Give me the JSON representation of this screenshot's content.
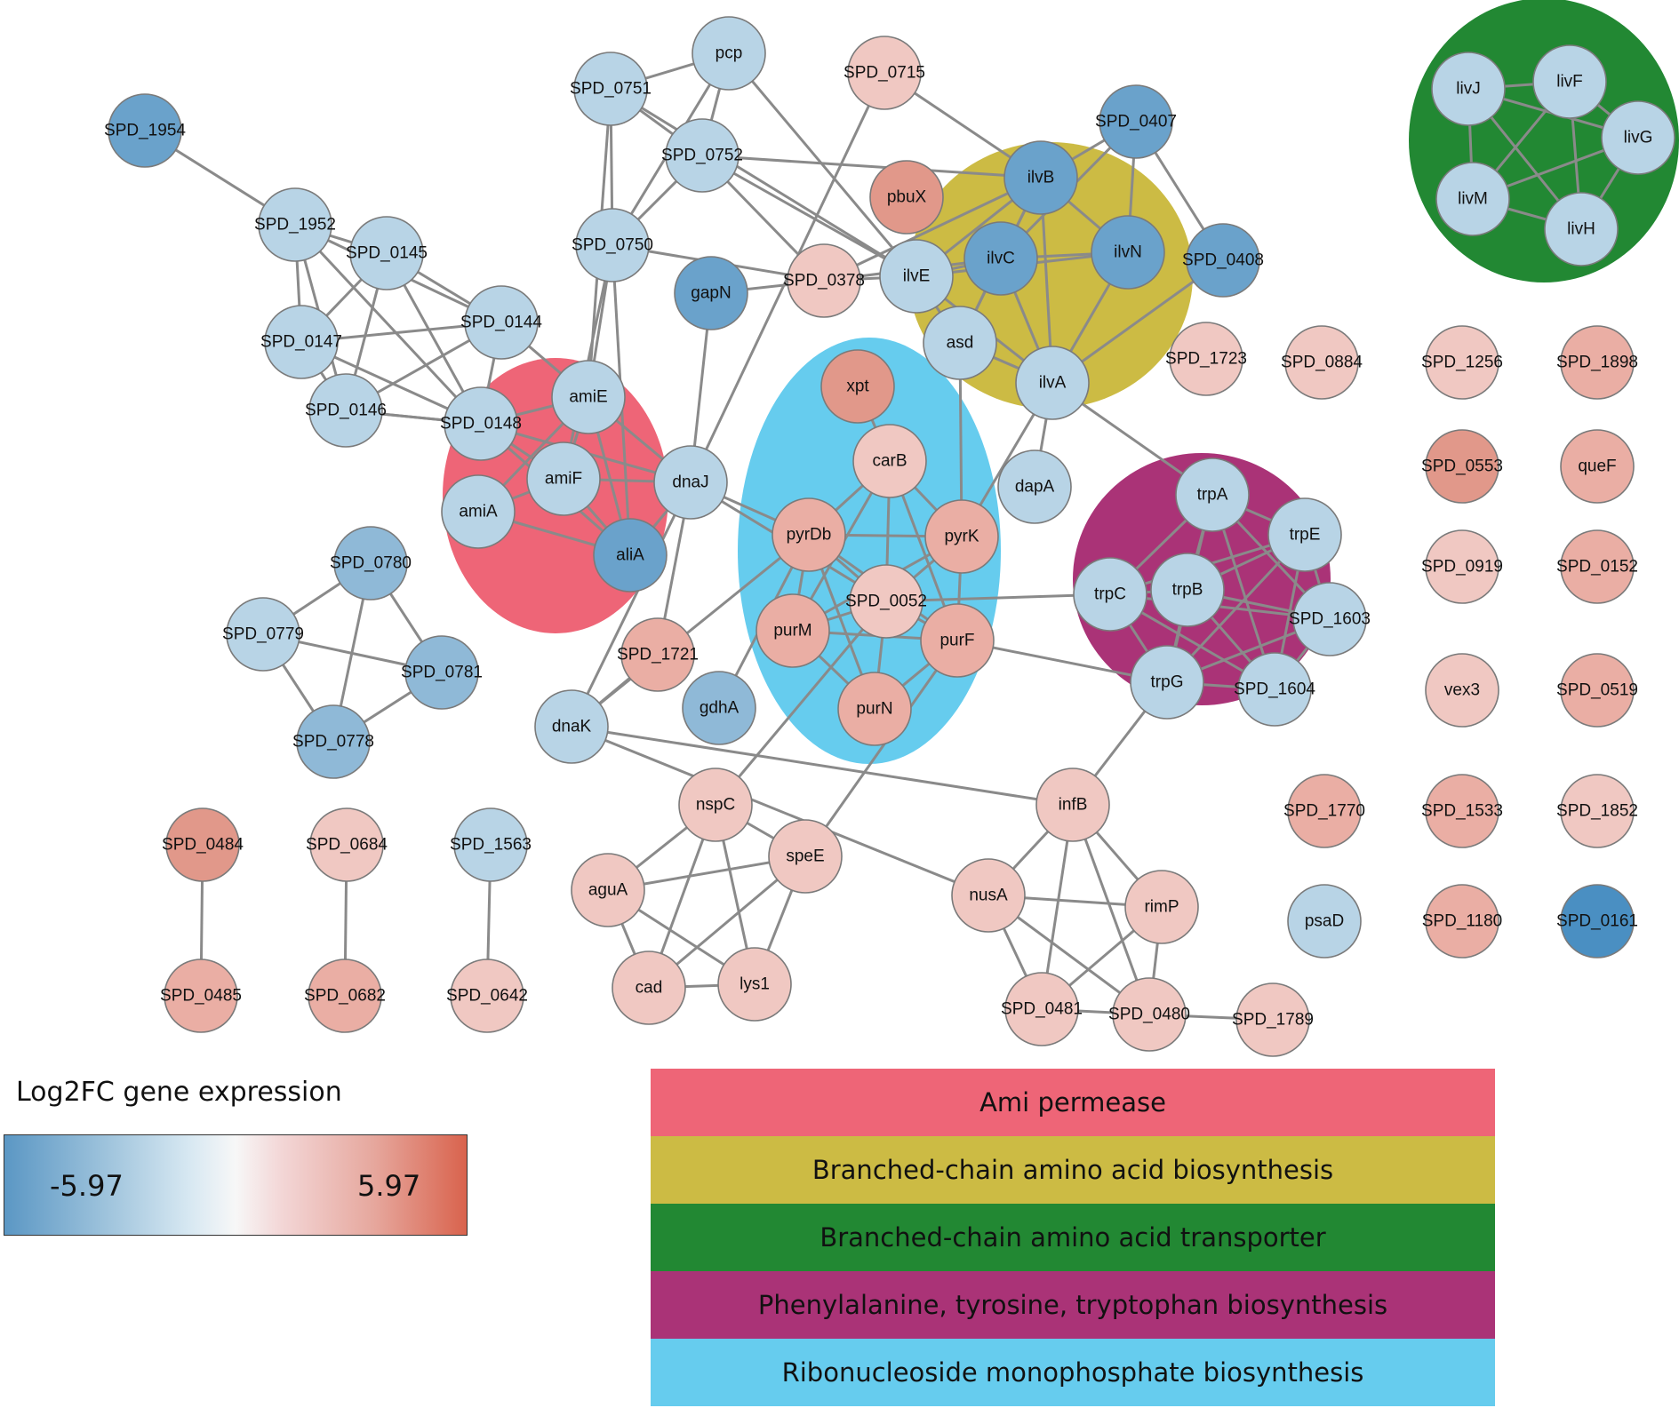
{
  "colors": {
    "ami_permease": "#ee6577",
    "bcaa_biosynthesis": "#ccbb44",
    "bcaa_transporter": "#228833",
    "phe_tyr_trp": "#aa3377",
    "ribonucleoside": "#66ccee",
    "edge": "#8a8a8a"
  },
  "legend": {
    "title": "Log2FC gene expression",
    "min_label": "-5.97",
    "max_label": "5.97",
    "min_value": -5.97,
    "max_value": 5.97
  },
  "categories": [
    {
      "label": "Ami permease",
      "color": "#ee6577"
    },
    {
      "label": "Branched-chain amino acid biosynthesis",
      "color": "#ccbb44"
    },
    {
      "label": "Branched-chain amino acid transporter",
      "color": "#228833"
    },
    {
      "label": "Phenylalanine, tyrosine, tryptophan biosynthesis",
      "color": "#aa3377"
    },
    {
      "label": "Ribonucleoside monophosphate biosynthesis",
      "color": "#66ccee"
    }
  ],
  "nodes": [
    {
      "id": "SPD_1954",
      "color": "#6aa2cb"
    },
    {
      "id": "SPD_1952",
      "color": "#b8d4e6"
    },
    {
      "id": "SPD_0145",
      "color": "#b8d4e6"
    },
    {
      "id": "SPD_0144",
      "color": "#b8d4e6"
    },
    {
      "id": "SPD_0147",
      "color": "#b8d4e6"
    },
    {
      "id": "SPD_0146",
      "color": "#b8d4e6"
    },
    {
      "id": "SPD_0148",
      "color": "#b8d4e6"
    },
    {
      "id": "pcp",
      "color": "#b8d4e6"
    },
    {
      "id": "SPD_0751",
      "color": "#b8d4e6"
    },
    {
      "id": "SPD_0752",
      "color": "#b8d4e6"
    },
    {
      "id": "SPD_0750",
      "color": "#b8d4e6"
    },
    {
      "id": "SPD_0715",
      "color": "#f0c8c2"
    },
    {
      "id": "pbuX",
      "color": "#e1988a"
    },
    {
      "id": "gapN",
      "color": "#6aa2cb"
    },
    {
      "id": "SPD_0378",
      "color": "#f0c8c2"
    },
    {
      "id": "SPD_0407",
      "color": "#6aa2cb"
    },
    {
      "id": "SPD_0408",
      "color": "#6aa2cb"
    },
    {
      "id": "ilvB",
      "color": "#6aa2cb"
    },
    {
      "id": "ilvC",
      "color": "#6aa2cb"
    },
    {
      "id": "ilvN",
      "color": "#6aa2cb"
    },
    {
      "id": "ilvE",
      "color": "#b8d4e6"
    },
    {
      "id": "asd",
      "color": "#b8d4e6"
    },
    {
      "id": "ilvA",
      "color": "#b8d4e6"
    },
    {
      "id": "amiE",
      "color": "#b8d4e6"
    },
    {
      "id": "amiF",
      "color": "#b8d4e6"
    },
    {
      "id": "amiA",
      "color": "#b8d4e6"
    },
    {
      "id": "aliA",
      "color": "#6aa2cb"
    },
    {
      "id": "dnaJ",
      "color": "#b8d4e6"
    },
    {
      "id": "xpt",
      "color": "#e1988a"
    },
    {
      "id": "carB",
      "color": "#f0c8c2"
    },
    {
      "id": "dapA",
      "color": "#b8d4e6"
    },
    {
      "id": "pyrDb",
      "color": "#eaaea4"
    },
    {
      "id": "pyrK",
      "color": "#eaaea4"
    },
    {
      "id": "SPD_0052",
      "color": "#f0c8c2"
    },
    {
      "id": "purM",
      "color": "#eaaea4"
    },
    {
      "id": "purF",
      "color": "#eaaea4"
    },
    {
      "id": "purN",
      "color": "#eaaea4"
    },
    {
      "id": "gdhA",
      "color": "#8fb9d7"
    },
    {
      "id": "SPD_1721",
      "color": "#eaaea4"
    },
    {
      "id": "dnaK",
      "color": "#b8d4e6"
    },
    {
      "id": "SPD_0780",
      "color": "#8fb9d7"
    },
    {
      "id": "SPD_0779",
      "color": "#b8d4e6"
    },
    {
      "id": "SPD_0781",
      "color": "#8fb9d7"
    },
    {
      "id": "SPD_0778",
      "color": "#8fb9d7"
    },
    {
      "id": "trpA",
      "color": "#b8d4e6"
    },
    {
      "id": "trpE",
      "color": "#b8d4e6"
    },
    {
      "id": "trpC",
      "color": "#b8d4e6"
    },
    {
      "id": "trpB",
      "color": "#b8d4e6"
    },
    {
      "id": "SPD_1603",
      "color": "#b8d4e6"
    },
    {
      "id": "trpG",
      "color": "#b8d4e6"
    },
    {
      "id": "SPD_1604",
      "color": "#b8d4e6"
    },
    {
      "id": "livF",
      "color": "#b8d4e6"
    },
    {
      "id": "livJ",
      "color": "#b8d4e6"
    },
    {
      "id": "livG",
      "color": "#b8d4e6"
    },
    {
      "id": "livM",
      "color": "#b8d4e6"
    },
    {
      "id": "livH",
      "color": "#b8d4e6"
    },
    {
      "id": "SPD_1723",
      "color": "#f0c8c2"
    },
    {
      "id": "SPD_0884",
      "color": "#f0c8c2"
    },
    {
      "id": "SPD_1256",
      "color": "#f0c8c2"
    },
    {
      "id": "SPD_1898",
      "color": "#eaaea4"
    },
    {
      "id": "SPD_0553",
      "color": "#e1988a"
    },
    {
      "id": "queF",
      "color": "#eaaea4"
    },
    {
      "id": "SPD_0919",
      "color": "#f0c8c2"
    },
    {
      "id": "SPD_0152",
      "color": "#eaaea4"
    },
    {
      "id": "vex3",
      "color": "#f0c8c2"
    },
    {
      "id": "SPD_0519",
      "color": "#eaaea4"
    },
    {
      "id": "SPD_1770",
      "color": "#eaaea4"
    },
    {
      "id": "SPD_1533",
      "color": "#eaaea4"
    },
    {
      "id": "SPD_1852",
      "color": "#f0c8c2"
    },
    {
      "id": "psaD",
      "color": "#b8d4e6"
    },
    {
      "id": "SPD_1180",
      "color": "#eaaea4"
    },
    {
      "id": "SPD_0161",
      "color": "#4a8fc2"
    },
    {
      "id": "nspC",
      "color": "#f0c8c2"
    },
    {
      "id": "speE",
      "color": "#f0c8c2"
    },
    {
      "id": "aguA",
      "color": "#f0c8c2"
    },
    {
      "id": "cad",
      "color": "#f0c8c2"
    },
    {
      "id": "lys1",
      "color": "#f0c8c2"
    },
    {
      "id": "infB",
      "color": "#f0c8c2"
    },
    {
      "id": "nusA",
      "color": "#f0c8c2"
    },
    {
      "id": "rimP",
      "color": "#f0c8c2"
    },
    {
      "id": "SPD_0481",
      "color": "#f0c8c2"
    },
    {
      "id": "SPD_0480",
      "color": "#f0c8c2"
    },
    {
      "id": "SPD_1789",
      "color": "#f0c8c2"
    },
    {
      "id": "SPD_0484",
      "color": "#e1988a"
    },
    {
      "id": "SPD_0485",
      "color": "#eaaea4"
    },
    {
      "id": "SPD_0684",
      "color": "#f0c8c2"
    },
    {
      "id": "SPD_0682",
      "color": "#eaaea4"
    },
    {
      "id": "SPD_1563",
      "color": "#b8d4e6"
    },
    {
      "id": "SPD_0642",
      "color": "#f0c8c2"
    }
  ],
  "edges": [
    [
      "SPD_1954",
      "SPD_1952"
    ],
    [
      "SPD_1952",
      "SPD_0147"
    ],
    [
      "SPD_1952",
      "SPD_0145"
    ],
    [
      "SPD_1952",
      "SPD_0146"
    ],
    [
      "SPD_1952",
      "SPD_0148"
    ],
    [
      "SPD_1952",
      "SPD_0144"
    ],
    [
      "SPD_0145",
      "SPD_0144"
    ],
    [
      "SPD_0145",
      "SPD_0147"
    ],
    [
      "SPD_0145",
      "SPD_0146"
    ],
    [
      "SPD_0145",
      "SPD_0148"
    ],
    [
      "SPD_0144",
      "SPD_0147"
    ],
    [
      "SPD_0144",
      "SPD_0146"
    ],
    [
      "SPD_0144",
      "SPD_0148"
    ],
    [
      "SPD_0147",
      "SPD_0146"
    ],
    [
      "SPD_0147",
      "SPD_0148"
    ],
    [
      "SPD_0146",
      "SPD_0148"
    ],
    [
      "SPD_0144",
      "amiE"
    ],
    [
      "SPD_0148",
      "amiE"
    ],
    [
      "SPD_0148",
      "amiF"
    ],
    [
      "SPD_0148",
      "aliA"
    ],
    [
      "SPD_0148",
      "dnaJ"
    ],
    [
      "SPD_0146",
      "SPD_0148"
    ],
    [
      "amiE",
      "amiF"
    ],
    [
      "amiE",
      "amiA"
    ],
    [
      "amiE",
      "aliA"
    ],
    [
      "amiE",
      "dnaJ"
    ],
    [
      "amiF",
      "amiA"
    ],
    [
      "amiF",
      "aliA"
    ],
    [
      "amiF",
      "dnaJ"
    ],
    [
      "amiA",
      "aliA"
    ],
    [
      "aliA",
      "dnaJ"
    ],
    [
      "amiE",
      "SPD_0750"
    ],
    [
      "amiE",
      "SPD_0751"
    ],
    [
      "amiF",
      "SPD_0750"
    ],
    [
      "aliA",
      "SPD_0750"
    ],
    [
      "pcp",
      "SPD_0751"
    ],
    [
      "pcp",
      "SPD_0752"
    ],
    [
      "pcp",
      "SPD_0750"
    ],
    [
      "pcp",
      "ilvE"
    ],
    [
      "SPD_0751",
      "SPD_0752"
    ],
    [
      "SPD_0751",
      "SPD_0750"
    ],
    [
      "SPD_0751",
      "ilvE"
    ],
    [
      "SPD_0752",
      "SPD_0750"
    ],
    [
      "SPD_0752",
      "ilvE"
    ],
    [
      "SPD_0752",
      "SPD_0378"
    ],
    [
      "SPD_0752",
      "ilvB"
    ],
    [
      "SPD_0750",
      "SPD_0378"
    ],
    [
      "SPD_0715",
      "ilvB"
    ],
    [
      "SPD_0715",
      "dnaJ"
    ],
    [
      "gapN",
      "SPD_0378"
    ],
    [
      "gapN",
      "dnaJ"
    ],
    [
      "SPD_0378",
      "ilvE"
    ],
    [
      "SPD_0378",
      "ilvC"
    ],
    [
      "SPD_0378",
      "ilvB"
    ],
    [
      "ilvB",
      "ilvC"
    ],
    [
      "ilvB",
      "ilvN"
    ],
    [
      "ilvB",
      "ilvE"
    ],
    [
      "ilvB",
      "asd"
    ],
    [
      "ilvB",
      "ilvA"
    ],
    [
      "ilvB",
      "SPD_0407"
    ],
    [
      "ilvC",
      "ilvN"
    ],
    [
      "ilvC",
      "ilvE"
    ],
    [
      "ilvC",
      "asd"
    ],
    [
      "ilvC",
      "ilvA"
    ],
    [
      "ilvC",
      "SPD_0407"
    ],
    [
      "ilvN",
      "ilvE"
    ],
    [
      "ilvN",
      "ilvA"
    ],
    [
      "ilvN",
      "SPD_0407"
    ],
    [
      "ilvE",
      "asd"
    ],
    [
      "ilvE",
      "ilvA"
    ],
    [
      "asd",
      "ilvA"
    ],
    [
      "ilvA",
      "SPD_0408"
    ],
    [
      "SPD_0407",
      "SPD_0408"
    ],
    [
      "asd",
      "pyrK"
    ],
    [
      "ilvA",
      "dapA"
    ],
    [
      "ilvA",
      "trpA"
    ],
    [
      "ilvA",
      "pyrK"
    ],
    [
      "dnaJ",
      "pyrDb"
    ],
    [
      "dnaJ",
      "SPD_1721"
    ],
    [
      "dnaJ",
      "dnaK"
    ],
    [
      "dnaJ",
      "SPD_0052"
    ],
    [
      "xpt",
      "carB"
    ],
    [
      "carB",
      "pyrDb"
    ],
    [
      "carB",
      "pyrK"
    ],
    [
      "carB",
      "SPD_0052"
    ],
    [
      "carB",
      "purM"
    ],
    [
      "carB",
      "purF"
    ],
    [
      "pyrDb",
      "pyrK"
    ],
    [
      "pyrDb",
      "SPD_0052"
    ],
    [
      "pyrDb",
      "purM"
    ],
    [
      "pyrDb",
      "purF"
    ],
    [
      "pyrDb",
      "purN"
    ],
    [
      "pyrDb",
      "gdhA"
    ],
    [
      "pyrDb",
      "dnaK"
    ],
    [
      "pyrK",
      "SPD_0052"
    ],
    [
      "pyrK",
      "purM"
    ],
    [
      "pyrK",
      "purF"
    ],
    [
      "SPD_0052",
      "purM"
    ],
    [
      "SPD_0052",
      "purF"
    ],
    [
      "SPD_0052",
      "purN"
    ],
    [
      "SPD_0052",
      "trpC"
    ],
    [
      "SPD_0052",
      "nspC"
    ],
    [
      "purM",
      "purF"
    ],
    [
      "purM",
      "purN"
    ],
    [
      "purF",
      "purN"
    ],
    [
      "purF",
      "trpG"
    ],
    [
      "purF",
      "speE"
    ],
    [
      "SPD_0780",
      "SPD_0779"
    ],
    [
      "SPD_0780",
      "SPD_0781"
    ],
    [
      "SPD_0780",
      "SPD_0778"
    ],
    [
      "SPD_0779",
      "SPD_0781"
    ],
    [
      "SPD_0779",
      "SPD_0778"
    ],
    [
      "SPD_0781",
      "SPD_0778"
    ],
    [
      "trpA",
      "trpE"
    ],
    [
      "trpA",
      "trpC"
    ],
    [
      "trpA",
      "trpB"
    ],
    [
      "trpA",
      "SPD_1603"
    ],
    [
      "trpA",
      "trpG"
    ],
    [
      "trpA",
      "SPD_1604"
    ],
    [
      "trpE",
      "trpC"
    ],
    [
      "trpE",
      "trpB"
    ],
    [
      "trpE",
      "SPD_1603"
    ],
    [
      "trpE",
      "trpG"
    ],
    [
      "trpE",
      "SPD_1604"
    ],
    [
      "trpC",
      "trpB"
    ],
    [
      "trpC",
      "SPD_1603"
    ],
    [
      "trpC",
      "trpG"
    ],
    [
      "trpC",
      "SPD_1604"
    ],
    [
      "trpB",
      "SPD_1603"
    ],
    [
      "trpB",
      "trpG"
    ],
    [
      "trpB",
      "SPD_1604"
    ],
    [
      "SPD_1603",
      "trpG"
    ],
    [
      "SPD_1603",
      "SPD_1604"
    ],
    [
      "trpG",
      "SPD_1604"
    ],
    [
      "trpG",
      "infB"
    ],
    [
      "livF",
      "livJ"
    ],
    [
      "livF",
      "livG"
    ],
    [
      "livF",
      "livM"
    ],
    [
      "livF",
      "livH"
    ],
    [
      "livJ",
      "livG"
    ],
    [
      "livJ",
      "livM"
    ],
    [
      "livJ",
      "livH"
    ],
    [
      "livG",
      "livM"
    ],
    [
      "livG",
      "livH"
    ],
    [
      "livM",
      "livH"
    ],
    [
      "dnaK",
      "infB"
    ],
    [
      "dnaK",
      "nusA"
    ],
    [
      "dnaK",
      "SPD_1721"
    ],
    [
      "nspC",
      "speE"
    ],
    [
      "nspC",
      "aguA"
    ],
    [
      "nspC",
      "cad"
    ],
    [
      "nspC",
      "lys1"
    ],
    [
      "speE",
      "aguA"
    ],
    [
      "speE",
      "cad"
    ],
    [
      "speE",
      "lys1"
    ],
    [
      "aguA",
      "cad"
    ],
    [
      "aguA",
      "lys1"
    ],
    [
      "cad",
      "lys1"
    ],
    [
      "infB",
      "nusA"
    ],
    [
      "infB",
      "rimP"
    ],
    [
      "infB",
      "SPD_0481"
    ],
    [
      "infB",
      "SPD_0480"
    ],
    [
      "nusA",
      "rimP"
    ],
    [
      "nusA",
      "SPD_0481"
    ],
    [
      "nusA",
      "SPD_0480"
    ],
    [
      "rimP",
      "SPD_0481"
    ],
    [
      "rimP",
      "SPD_0480"
    ],
    [
      "SPD_0481",
      "SPD_0480"
    ],
    [
      "SPD_0480",
      "SPD_1789"
    ],
    [
      "SPD_0484",
      "SPD_0485"
    ],
    [
      "SPD_0684",
      "SPD_0682"
    ],
    [
      "SPD_1563",
      "SPD_0642"
    ]
  ]
}
